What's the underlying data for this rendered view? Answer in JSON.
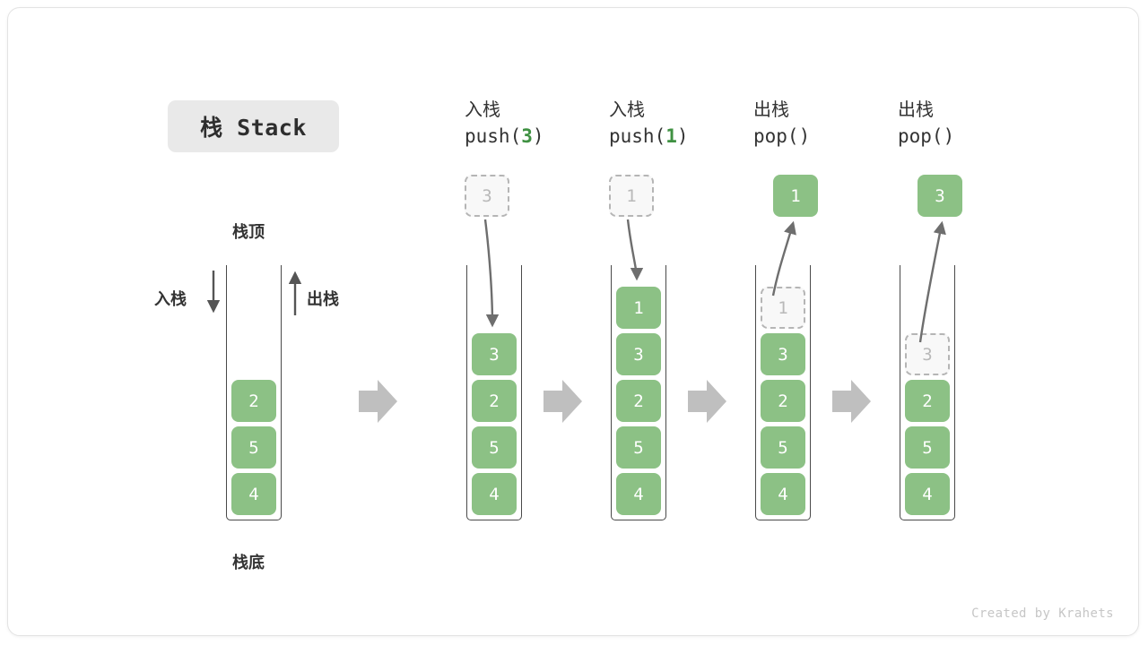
{
  "title_badge": {
    "text": "栈 Stack"
  },
  "credit": "Created by Krahets",
  "labels": {
    "top": "栈顶",
    "bottom": "栈底",
    "push_side": "入栈",
    "pop_side": "出栈"
  },
  "colors": {
    "element_fill": "#8cc185",
    "element_text": "#ffffff",
    "ghost_fill": "#f8f8f8",
    "ghost_border": "#b5b5b5",
    "ghost_text": "#b9b9b9",
    "accent_green": "#3f9142",
    "transition_arrow": "#bfbfbf",
    "badge_bg": "#e9e9e9",
    "stack_border": "#4a4a4a"
  },
  "initial_stack": {
    "name": "initial",
    "elements": [
      "2",
      "5",
      "4"
    ]
  },
  "steps": [
    {
      "cn": "入栈",
      "code_prefix": "push(",
      "code_arg": "3",
      "code_suffix": ")",
      "incoming": "3",
      "outgoing": null,
      "elements": [
        "3",
        "2",
        "5",
        "4"
      ],
      "ghost_index": -1
    },
    {
      "cn": "入栈",
      "code_prefix": "push(",
      "code_arg": "1",
      "code_suffix": ")",
      "incoming": "1",
      "outgoing": null,
      "elements": [
        "1",
        "3",
        "2",
        "5",
        "4"
      ],
      "ghost_index": -1
    },
    {
      "cn": "出栈",
      "code_prefix": "pop(",
      "code_arg": "",
      "code_suffix": ")",
      "incoming": null,
      "outgoing": "1",
      "elements": [
        "1",
        "3",
        "2",
        "5",
        "4"
      ],
      "ghost_index": 0
    },
    {
      "cn": "出栈",
      "code_prefix": "pop(",
      "code_arg": "",
      "code_suffix": ")",
      "incoming": null,
      "outgoing": "3",
      "elements": [
        "3",
        "2",
        "5",
        "4"
      ],
      "ghost_index": 0
    }
  ],
  "transition_arrow_count": 4
}
